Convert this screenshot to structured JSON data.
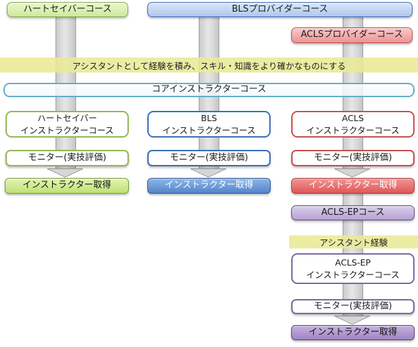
{
  "flowchart": {
    "providers": [
      {
        "id": "heartsaver",
        "label": "ハートセイバーコース",
        "color": "#86a84e"
      },
      {
        "id": "bls",
        "label": "BLSプロバイダーコース",
        "color": "#3f6cb4"
      },
      {
        "id": "acls",
        "label": "ACLSプロバイダーコース",
        "color": "#bf4a4a"
      }
    ],
    "assistant_experience_band": "アシスタントとして経験を積み、スキル・知識をより確かなものにする",
    "core_instructor_course": "コアインストラクターコース",
    "tracks": {
      "heartsaver": {
        "instructor_course_line1": "ハートセイバー",
        "instructor_course_line2": "インストラクターコース",
        "monitor": "モニター(実技評価)",
        "acquired": "インストラクター取得"
      },
      "bls": {
        "instructor_course_line1": "BLS",
        "instructor_course_line2": "インストラクターコース",
        "monitor": "モニター(実技評価)",
        "acquired": "インストラクター取得"
      },
      "acls": {
        "instructor_course_line1": "ACLS",
        "instructor_course_line2": "インストラクターコース",
        "monitor": "モニター(実技評価)",
        "acquired": "インストラクター取得"
      }
    },
    "acls_ep": {
      "course": "ACLS-EPコース",
      "assistant_band": "アシスタント経験",
      "instructor_course_line1": "ACLS-EP",
      "instructor_course_line2": "インストラクターコース",
      "monitor": "モニター(実技評価)",
      "acquired": "インストラクター取得"
    },
    "palette": {
      "green": "#86a84e",
      "blue": "#3f6cb4",
      "red": "#bf4a4a",
      "purple": "#5e4a7d",
      "teal": "#62aec8",
      "band_yellow": "#e9e996",
      "arrow_gray": "#d9d9d9"
    }
  }
}
